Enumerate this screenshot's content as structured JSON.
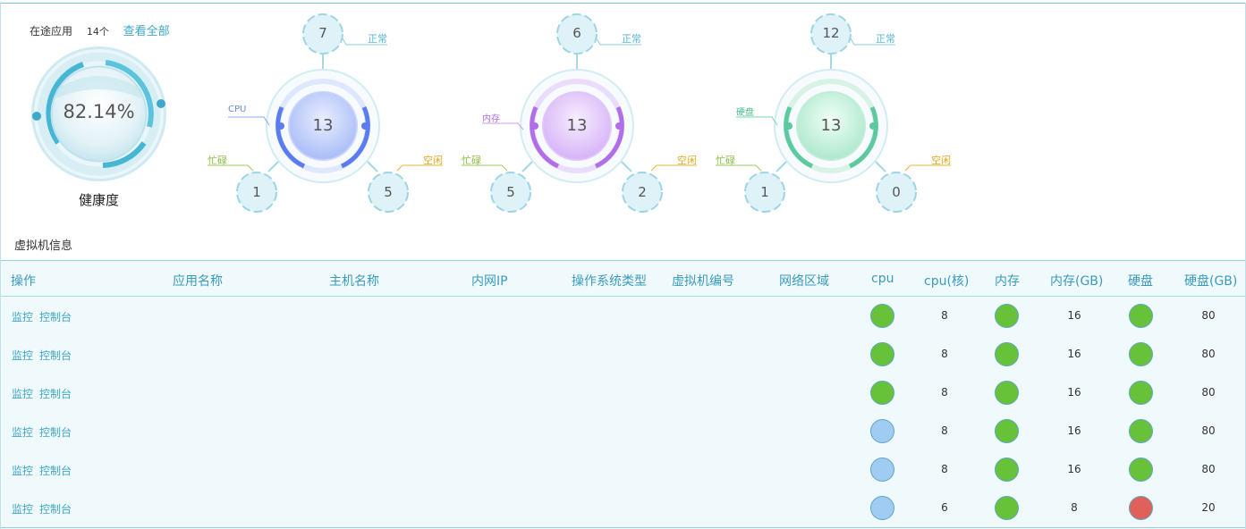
{
  "header": {
    "app_label": "在途应用",
    "app_count": "14个",
    "view_all": "查看全部"
  },
  "health": {
    "value": "82.14%",
    "label": "健康度"
  },
  "gauges": [
    {
      "name": "CPU",
      "total": "13",
      "normal": "7",
      "busy": "1",
      "idle": "5",
      "normal_label": "正常",
      "busy_label": "忙碌",
      "idle_label": "空闲",
      "accent": "#5b7cf0"
    },
    {
      "name": "内存",
      "total": "13",
      "normal": "6",
      "busy": "5",
      "idle": "2",
      "normal_label": "正常",
      "busy_label": "忙碌",
      "idle_label": "空闲",
      "accent": "#b06ee8"
    },
    {
      "name": "硬盘",
      "total": "13",
      "normal": "12",
      "busy": "1",
      "idle": "0",
      "normal_label": "正常",
      "busy_label": "忙碌",
      "idle_label": "空闲",
      "accent": "#5cc9a0"
    }
  ],
  "vm_section": {
    "title": "虚拟机信息"
  },
  "table": {
    "headers": [
      "操作",
      "应用名称",
      "主机名称",
      "内网IP",
      "操作系统类型",
      "虚拟机编号",
      "网络区域",
      "cpu",
      "cpu(核)",
      "内存",
      "内存(GB)",
      "硬盘",
      "硬盘(GB)"
    ],
    "rows": [
      {
        "monitor": "监控",
        "console": "控制台",
        "cpu_status": "green",
        "cpu_cores": "8",
        "mem_status": "green",
        "mem_gb": "16",
        "disk_status": "green",
        "disk_gb": "80"
      },
      {
        "monitor": "监控",
        "console": "控制台",
        "cpu_status": "green",
        "cpu_cores": "8",
        "mem_status": "green",
        "mem_gb": "16",
        "disk_status": "green",
        "disk_gb": "80"
      },
      {
        "monitor": "监控",
        "console": "控制台",
        "cpu_status": "green",
        "cpu_cores": "8",
        "mem_status": "green",
        "mem_gb": "16",
        "disk_status": "green",
        "disk_gb": "80"
      },
      {
        "monitor": "监控",
        "console": "控制台",
        "cpu_status": "blue",
        "cpu_cores": "8",
        "mem_status": "green",
        "mem_gb": "16",
        "disk_status": "green",
        "disk_gb": "80"
      },
      {
        "monitor": "监控",
        "console": "控制台",
        "cpu_status": "blue",
        "cpu_cores": "8",
        "mem_status": "green",
        "mem_gb": "16",
        "disk_status": "green",
        "disk_gb": "80"
      },
      {
        "monitor": "监控",
        "console": "控制台",
        "cpu_status": "blue",
        "cpu_cores": "6",
        "mem_status": "green",
        "mem_gb": "8",
        "disk_status": "red",
        "disk_gb": "20"
      }
    ]
  },
  "colors": {
    "green": "#67c23a",
    "blue": "#a0cbf2",
    "red": "#e0605a",
    "link": "#3ea7c8"
  }
}
